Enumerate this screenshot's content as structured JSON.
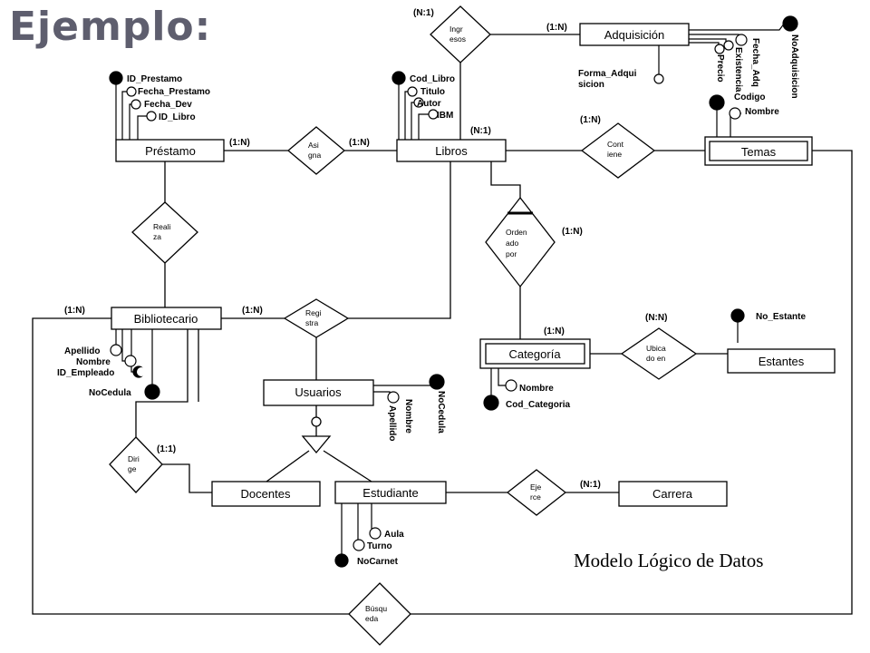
{
  "title": "Ejemplo:",
  "caption": "Modelo Lógico de Datos",
  "entities": {
    "adquisicion": "Adquisición",
    "prestamo": "Préstamo",
    "libros": "Libros",
    "temas": "Temas",
    "bibliotecario": "Bibliotecario",
    "categoria": "Categoría",
    "estantes": "Estantes",
    "usuarios": "Usuarios",
    "docentes": "Docentes",
    "estudiante": "Estudiante",
    "carrera": "Carrera"
  },
  "relationships": {
    "ingresos": [
      "Ingr",
      "esos"
    ],
    "asigna": [
      "Asi",
      "gna"
    ],
    "contiene": [
      "Cont",
      "iene"
    ],
    "realiza": [
      "Reali",
      "za"
    ],
    "ordenado": [
      "Orden",
      "ado",
      "por"
    ],
    "registra": [
      "Regi",
      "stra"
    ],
    "ubicado": [
      "Ubica",
      "do en"
    ],
    "dirige": [
      "Diri",
      "ge"
    ],
    "ejerce": [
      "Eje",
      "rce"
    ],
    "busqueda": [
      "Búsqu",
      "eda"
    ]
  },
  "cardinalities": {
    "ingresos": "(N:1)",
    "adquisicion": "(1:N)",
    "prestamo_asigna": "(1:N)",
    "asigna_libros": "(1:N)",
    "libros": "(N:1)",
    "contiene": "(1:N)",
    "ordenado": "(1:N)",
    "bibliotecario": "(1:N)",
    "registra": "(1:N)",
    "categoria": "(1:N)",
    "ubicado": "(N:N)",
    "dirige": "(1:1)",
    "ejerce": "(N:1)"
  },
  "attributes": {
    "id_prestamo": "ID_Prestamo",
    "fecha_prestamo": "Fecha_Prestamo",
    "fecha_dev": "Fecha_Dev",
    "id_libro": "ID_Libro",
    "cod_libro": "Cod_Libro",
    "titulo": "Titulo",
    "autor": "Autor",
    "ibm": "IBM",
    "forma_adquisicion_1": "Forma_Adqui",
    "forma_adquisicion_2": "sicion",
    "precio": "Precio",
    "existencia": "Existencia",
    "fecha_adq": "Fecha_Adq",
    "no_adquisicion": "NoAdquisicion",
    "codigo": "Codigo",
    "temas_nombre": "Nombre",
    "no_estante": "No_Estante",
    "bib_apellido": "Apellido",
    "bib_nombre": "Nombre",
    "id_empleado": "ID_Empleado",
    "no_cedula_bib": "NoCedula",
    "cat_nombre": "Nombre",
    "cod_categoria": "Cod_Categoria",
    "no_cedula_usr": "NoCedula",
    "usr_nombre": "Nombre",
    "usr_apellido": "Apellido",
    "aula": "Aula",
    "turno": "Turno",
    "no_carnet": "NoCarnet"
  }
}
